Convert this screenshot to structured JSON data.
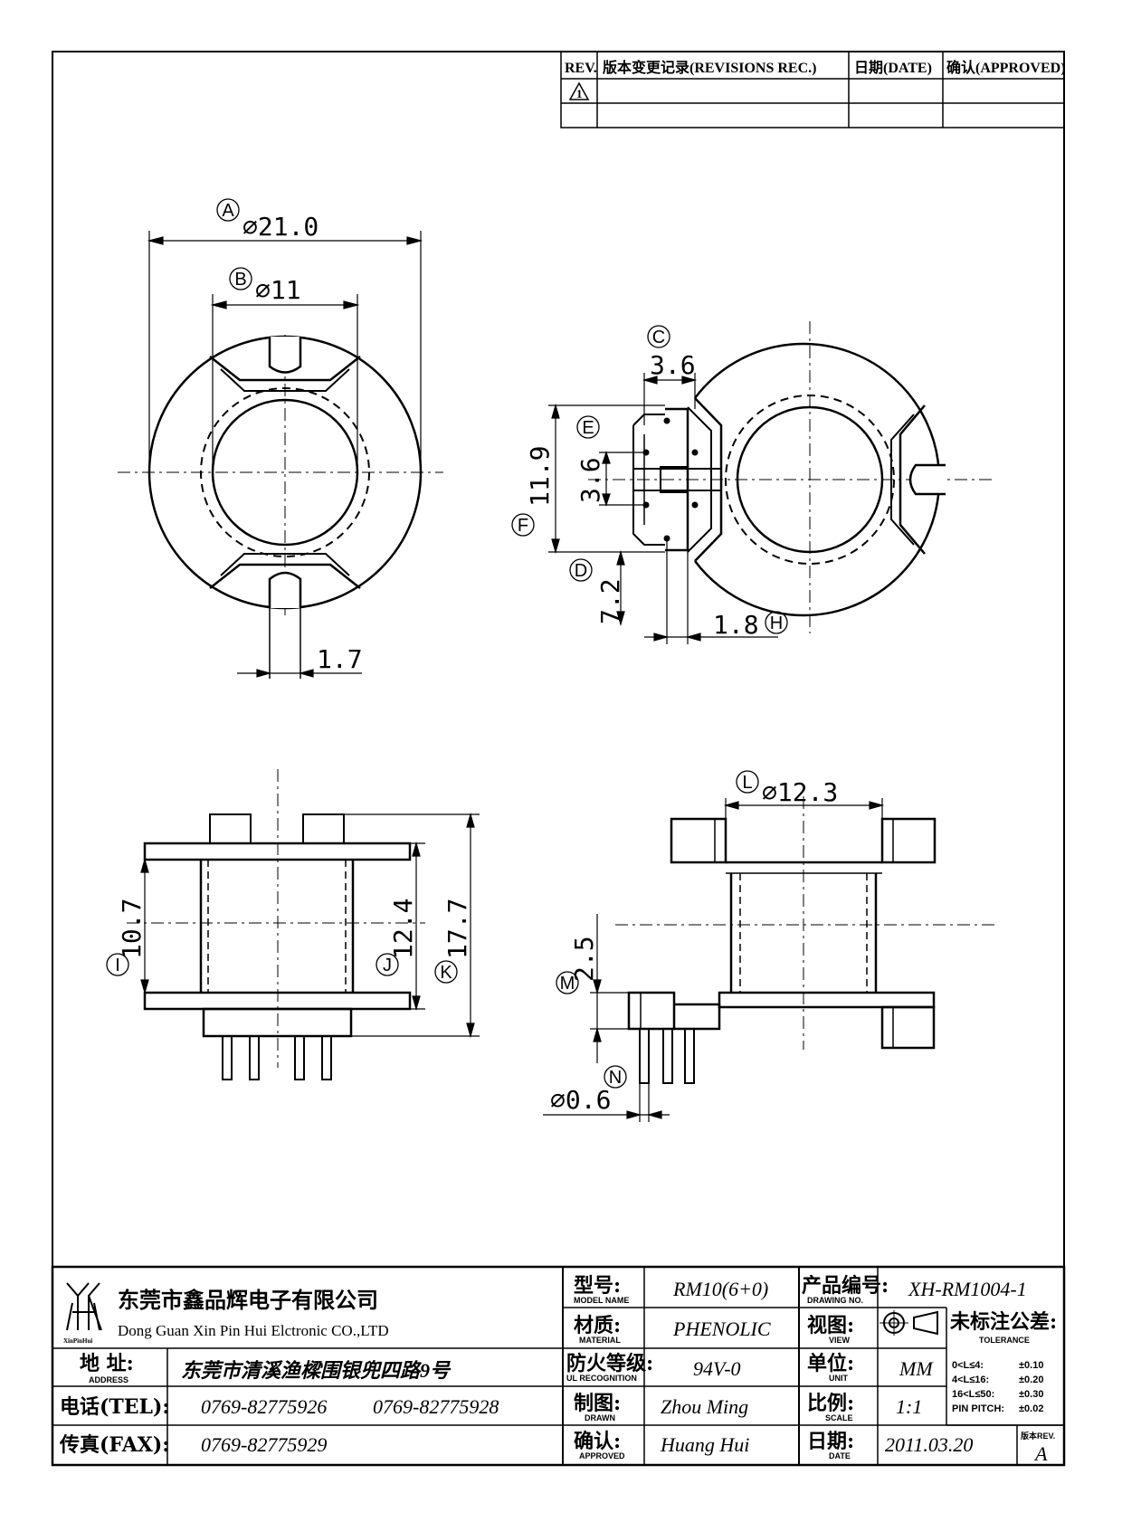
{
  "revisions": {
    "header_rev": "REV.",
    "header_rec": "版本变更记录(REVISIONS REC.)",
    "header_date": "日期(DATE)",
    "header_approved": "确认(APPROVED)",
    "first_rev_symbol": "1"
  },
  "labels": {
    "A": "A",
    "B": "B",
    "C": "C",
    "D": "D",
    "E": "E",
    "F": "F",
    "H": "H",
    "I": "I",
    "J": "J",
    "K": "K",
    "L": "L",
    "M": "M",
    "N": "N"
  },
  "dimensions": {
    "A": "⌀21.0",
    "B": "⌀11",
    "C": "3.6",
    "E": "3.6",
    "F": "11.9",
    "D": "7.2",
    "H": "1.8",
    "slot": "1.7",
    "I": "10.7",
    "J": "12.4",
    "K": "17.7",
    "L": "⌀12.3",
    "M": "2.5",
    "N": "⌀0.6"
  },
  "title_block": {
    "logo_text": "XinPinHui",
    "company_cn": "东莞市鑫品辉电子有限公司",
    "company_en": "Dong Guan Xin Pin Hui Elctronic CO.,LTD",
    "address_label": "地  址:",
    "address_sub": "ADDRESS",
    "address_value": "东莞市清溪渔樑围银兜四路9号",
    "tel_label": "电话(TEL):",
    "tel_value_1": "0769-82775926",
    "tel_value_2": "0769-82775928",
    "fax_label": "传真(FAX):",
    "fax_value": "0769-82775929",
    "model_label": "型号:",
    "model_sub": "MODEL NAME",
    "model_value": "RM10(6+0)",
    "material_label": "材质:",
    "material_sub": "MATERIAL",
    "material_value": "PHENOLIC",
    "ul_label": "防火等级:",
    "ul_sub": "UL RECOGNITION",
    "ul_value": "94V-0",
    "drawn_label": "制图:",
    "drawn_sub": "DRAWN",
    "drawn_value": "Zhou Ming",
    "approved_label": "确认:",
    "approved_sub": "APPROVED",
    "approved_value": "Huang Hui",
    "drawing_no_label": "产品编号:",
    "drawing_no_sub": "DRAWING NO.",
    "drawing_no_value": "XH-RM1004-1",
    "view_label": "视图:",
    "view_sub": "VIEW",
    "unit_label": "单位:",
    "unit_sub": "UNIT",
    "unit_value": "MM",
    "scale_label": "比例:",
    "scale_sub": "SCALE",
    "scale_value": "1:1",
    "date_label": "日期:",
    "date_sub": "DATE",
    "date_value": "2011.03.20",
    "tolerance_label": "未标注公差:",
    "tolerance_sub": "TOLERANCE",
    "tolerance_rows": [
      {
        "range": "0<L≤4:",
        "value": "±0.10"
      },
      {
        "range": "4<L≤16:",
        "value": "±0.20"
      },
      {
        "range": "16<L≤50:",
        "value": "±0.30"
      },
      {
        "range": "PIN PITCH:",
        "value": "±0.02"
      }
    ],
    "rev_label": "版本REV.",
    "rev_value": "A"
  }
}
